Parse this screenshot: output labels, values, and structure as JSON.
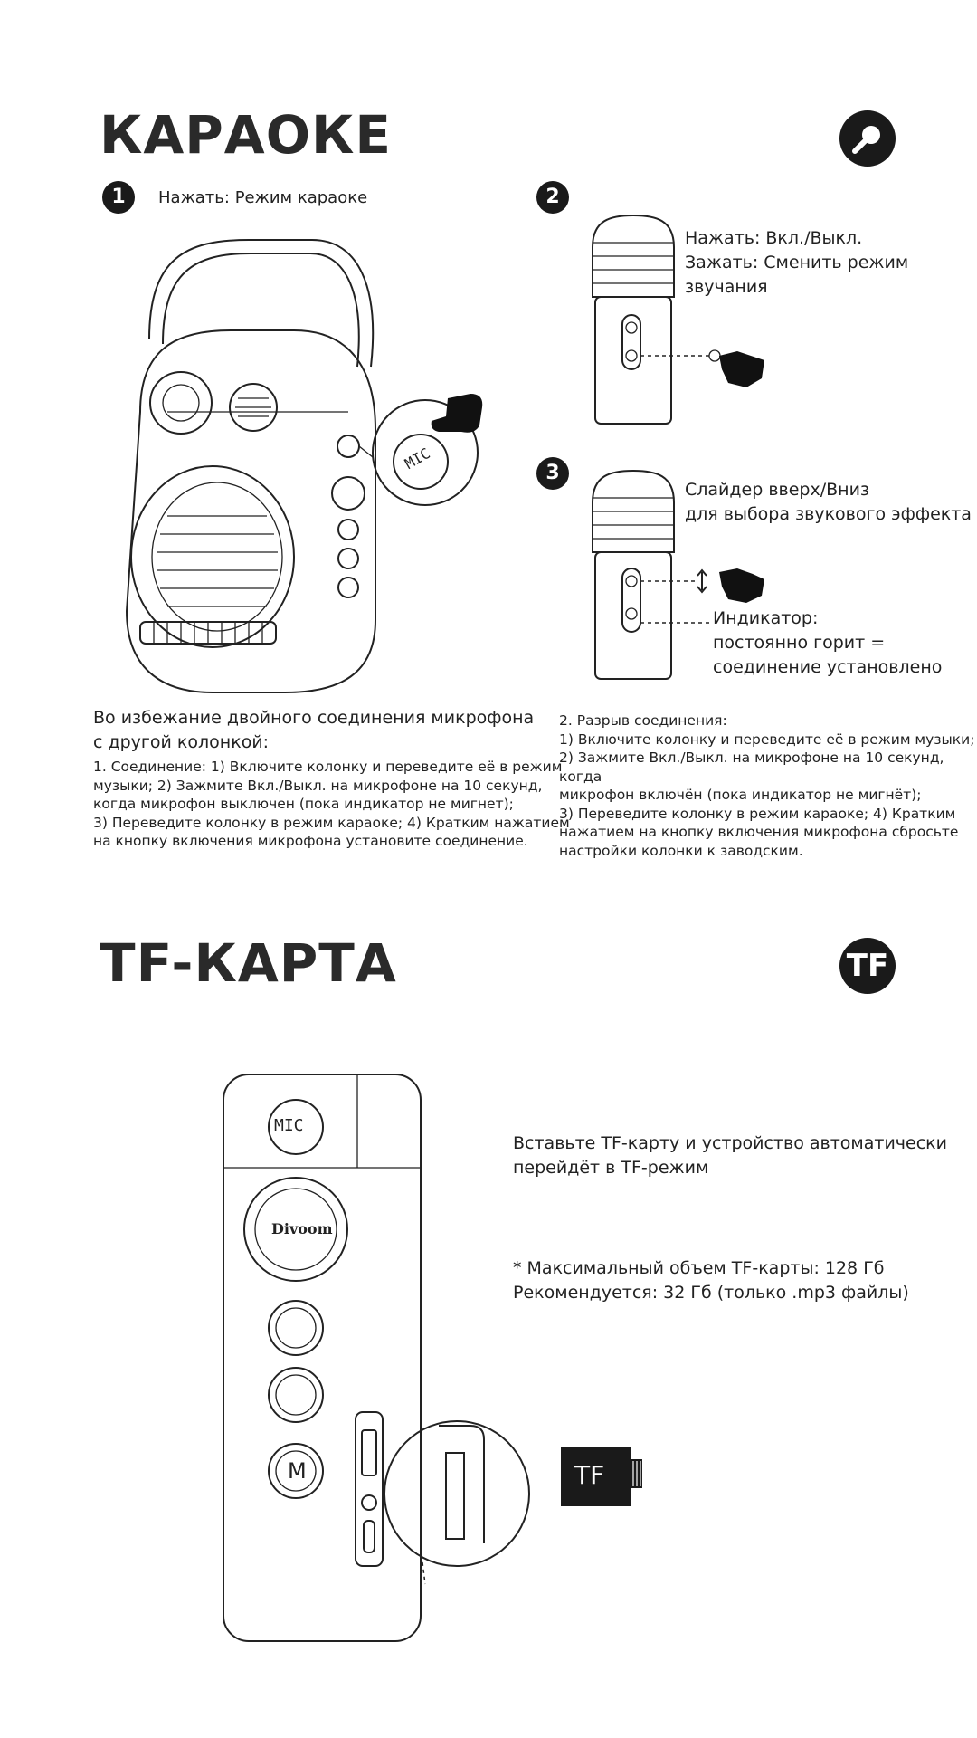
{
  "karaoke": {
    "title": "КАРАОКЕ",
    "icon": "microphone-icon",
    "step1": {
      "number": "1",
      "text": "Нажать: Режим караоке"
    },
    "step2": {
      "number": "2",
      "text": "Нажать: Вкл./Выкл.\nЗажать: Сменить режим\n              звучания"
    },
    "step3": {
      "number": "3",
      "text": "Слайдер вверх/Вниз\nдля выбора звукового эффекта",
      "indicator": "Индикатор:\nпостоянно горит =\nсоединение установлено"
    },
    "note_heading": "Во избежание двойного соединения микрофона\nс другой колонкой:",
    "note_connect": "1. Соединение: 1) Включите колонку и переведите её в режим\nмузыки; 2) Зажмите Вкл./Выкл. на микрофоне на 10 секунд,\nкогда микрофон выключен (пока индикатор не мигнет);\n3) Переведите колонку в режим караоке; 4) Кратким нажатием\nна кнопку включения микрофона установите соединение.",
    "note_disconnect": "2. Разрыв соединения:\n1) Включите колонку и переведите её в режим музыки;\n2) Зажмите Вкл./Выкл. на микрофоне на 10 секунд, когда\nмикрофон включён (пока индикатор не мигнёт);\n3) Переведите колонку в режим караоке; 4) Кратким\nнажатием на кнопку включения микрофона сбросьте\nнастройки колонки к заводским.",
    "mic_label": "MIC"
  },
  "tf": {
    "title": "TF-КАРТА",
    "badge": "TF",
    "insert_text": "Вставьте TF-карту и устройство автоматически\nперейдёт в TF-режим",
    "capacity_text": "* Максимальный объем TF-карты: 128 Гб\nРекомендуется: 32 Гб (только .mp3 файлы)",
    "card_label": "TF",
    "mic_label": "MIC",
    "brand_label": "Divoom",
    "mode_label": "M"
  }
}
